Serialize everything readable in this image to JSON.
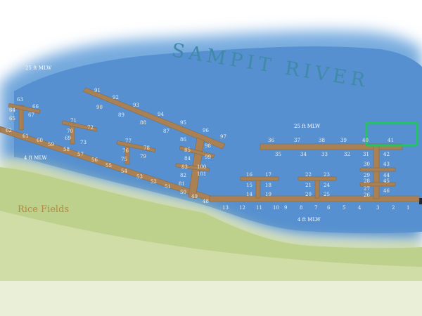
{
  "map": {
    "river_name": "SAMPIT RIVER",
    "shore_label": "Rice Fields",
    "depth_labels": [
      "25 ft MLW",
      "25 ft MLW",
      "4 ft MLW",
      "4 ft MLW"
    ],
    "highlight_color": "#22c55e",
    "water_color": "#5b97d6",
    "land_color": "#bfcf92",
    "dock_color": "#a98154"
  },
  "slips": {
    "upper_pier_top": [
      "36",
      "37",
      "38",
      "39",
      "40",
      "41"
    ],
    "upper_pier_bottom": [
      "35",
      "34",
      "33",
      "32",
      "31"
    ],
    "stem_right": [
      "42",
      "43",
      "44",
      "45",
      "46"
    ],
    "stem_left": [
      "30",
      "29",
      "28",
      "27",
      "26"
    ],
    "main_bottom": [
      "13",
      "12",
      "11",
      "10",
      "9",
      "8",
      "7",
      "6",
      "5",
      "4",
      "3",
      "2",
      "1"
    ],
    "pier_a": [
      "16",
      "15",
      "14",
      "17",
      "18",
      "19"
    ],
    "pier_b": [
      "22",
      "21",
      "20",
      "23",
      "24",
      "25"
    ],
    "diag_long": [
      "62",
      "61",
      "60",
      "59",
      "58",
      "57",
      "56",
      "55",
      "54",
      "53",
      "52",
      "51",
      "50",
      "49",
      "48"
    ],
    "diag_upper": [
      "91",
      "92",
      "93",
      "94",
      "95",
      "96",
      "97",
      "90",
      "89",
      "88",
      "87",
      "86"
    ],
    "finger_left": [
      "63",
      "64",
      "65",
      "66",
      "67"
    ],
    "finger_70": [
      "71",
      "70",
      "69",
      "72",
      "73"
    ],
    "finger_76": [
      "77",
      "76",
      "75",
      "78",
      "79"
    ],
    "stem_center": [
      "85",
      "84",
      "83",
      "82",
      "81",
      "98",
      "99",
      "100",
      "101"
    ]
  }
}
